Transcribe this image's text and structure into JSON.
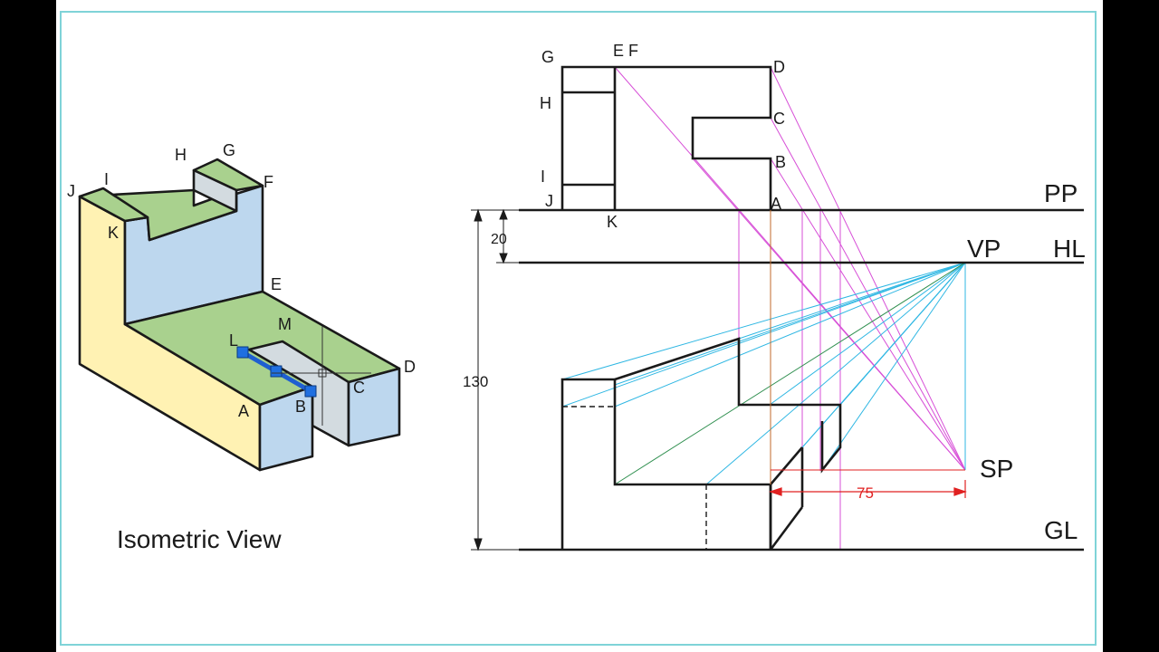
{
  "iso": {
    "caption": "Isometric View",
    "labels": {
      "A": "A",
      "B": "B",
      "C": "C",
      "D": "D",
      "E": "E",
      "F": "F",
      "G": "G",
      "H": "H",
      "I": "I",
      "J": "J",
      "K": "K",
      "L": "L",
      "M": "M"
    }
  },
  "perspective": {
    "top_labels": {
      "G": "G",
      "EF": "E F",
      "D": "D",
      "H": "H",
      "C": "C",
      "B": "B",
      "I": "I",
      "J": "J",
      "A": "A",
      "K": "K"
    },
    "lines": {
      "pp": "PP",
      "hl": "HL",
      "gl": "GL",
      "vp": "VP",
      "sp": "SP"
    },
    "dims": {
      "d20": "20",
      "d130": "130",
      "d75": "75"
    }
  },
  "colors": {
    "green": "#a9d18e",
    "blue": "#bdd7ee",
    "yellow": "#fff2b3",
    "grey": "#d3dbe0",
    "magenta": "#d74fd7",
    "cyan": "#2fb7e3",
    "red": "#e02020",
    "green_line": "#2f8f4f"
  }
}
